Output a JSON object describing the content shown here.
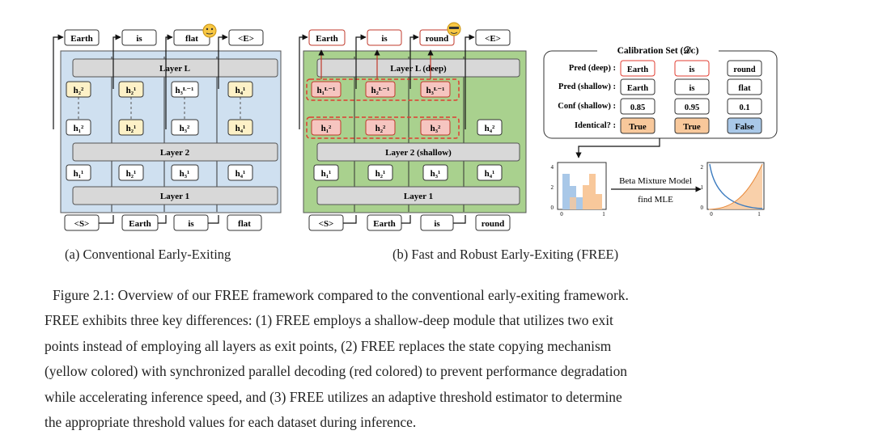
{
  "panel_a": {
    "caption": "(a) Conventional Early-Exiting",
    "outputs": [
      "Earth",
      "is",
      "flat",
      "<E>"
    ],
    "inputs": [
      "<S>",
      "Earth",
      "is",
      "flat"
    ],
    "layer_top": "Layer L",
    "layer_mid": "Layer 2",
    "layer_bot": "Layer 1",
    "row_top": [
      "h₂²",
      "h₂¹",
      "h₃ᴸ⁻¹",
      "h₄¹"
    ],
    "row_mid": [
      "h₁²",
      "h₂¹",
      "h₃²",
      "h₄¹"
    ],
    "row_bot": [
      "h₁¹",
      "h₂¹",
      "h₃¹",
      "h₄¹"
    ]
  },
  "panel_b": {
    "caption": "(b) Fast and Robust Early-Exiting (FREE)",
    "outputs": [
      "Earth",
      "is",
      "round",
      "<E>"
    ],
    "inputs": [
      "<S>",
      "Earth",
      "is",
      "round"
    ],
    "layer_top": "Layer L (deep)",
    "layer_mid": "Layer 2 (shallow)",
    "layer_bot": "Layer 1",
    "row_top": [
      "h₁ᴸ⁻¹",
      "h₂ᴸ⁻¹",
      "h₃ᴸ⁻¹"
    ],
    "row_mid": [
      "h₁²",
      "h₂²",
      "h₃²",
      "h₄²"
    ],
    "row_bot": [
      "h₁¹",
      "h₂¹",
      "h₃¹",
      "h₄¹"
    ]
  },
  "calibration": {
    "title": "Calibration Set (𝒟ᴄ)",
    "rows": [
      {
        "label": "Pred (deep) :",
        "values": [
          "Earth",
          "is",
          "round"
        ]
      },
      {
        "label": "Pred (shallow) :",
        "values": [
          "Earth",
          "is",
          "flat"
        ]
      },
      {
        "label": "Conf (shallow) :",
        "values": [
          "0.85",
          "0.95",
          "0.1"
        ]
      },
      {
        "label": "Identical? :",
        "values": [
          "True",
          "True",
          "False"
        ]
      }
    ],
    "model_label": "Beta Mixture Model",
    "mle_label": "find MLE",
    "hist_ticks": {
      "y": [
        "4",
        "2",
        "0"
      ],
      "x": [
        "0",
        "1"
      ]
    },
    "curve_ticks": {
      "y": [
        "2",
        "1",
        "0"
      ],
      "x": [
        "0",
        "1"
      ]
    }
  },
  "colors": {
    "panel_a_bg": "#cfe0f0",
    "panel_b_bg": "#a9d18e",
    "yellow": "#fdf1c7",
    "red": "#f6c5c0",
    "orange": "#f8c89b",
    "blue": "#a9c8e8"
  },
  "figure_caption": {
    "line1": "Figure  2.1: Overview of our FREE framework compared to the conventional early-exiting framework.",
    "line2": "FREE exhibits three key differences: (1) FREE employs a shallow-deep module that utilizes two exit",
    "line3": "points instead of employing all layers as exit points, (2) FREE replaces the state copying mechanism",
    "line4": "(yellow colored) with synchronized parallel decoding (red colored) to prevent performance degradation",
    "line5": "while accelerating inference speed, and (3) FREE utilizes an adaptive threshold estimator to determine",
    "line6": "the appropriate threshold values for each dataset during inference."
  }
}
